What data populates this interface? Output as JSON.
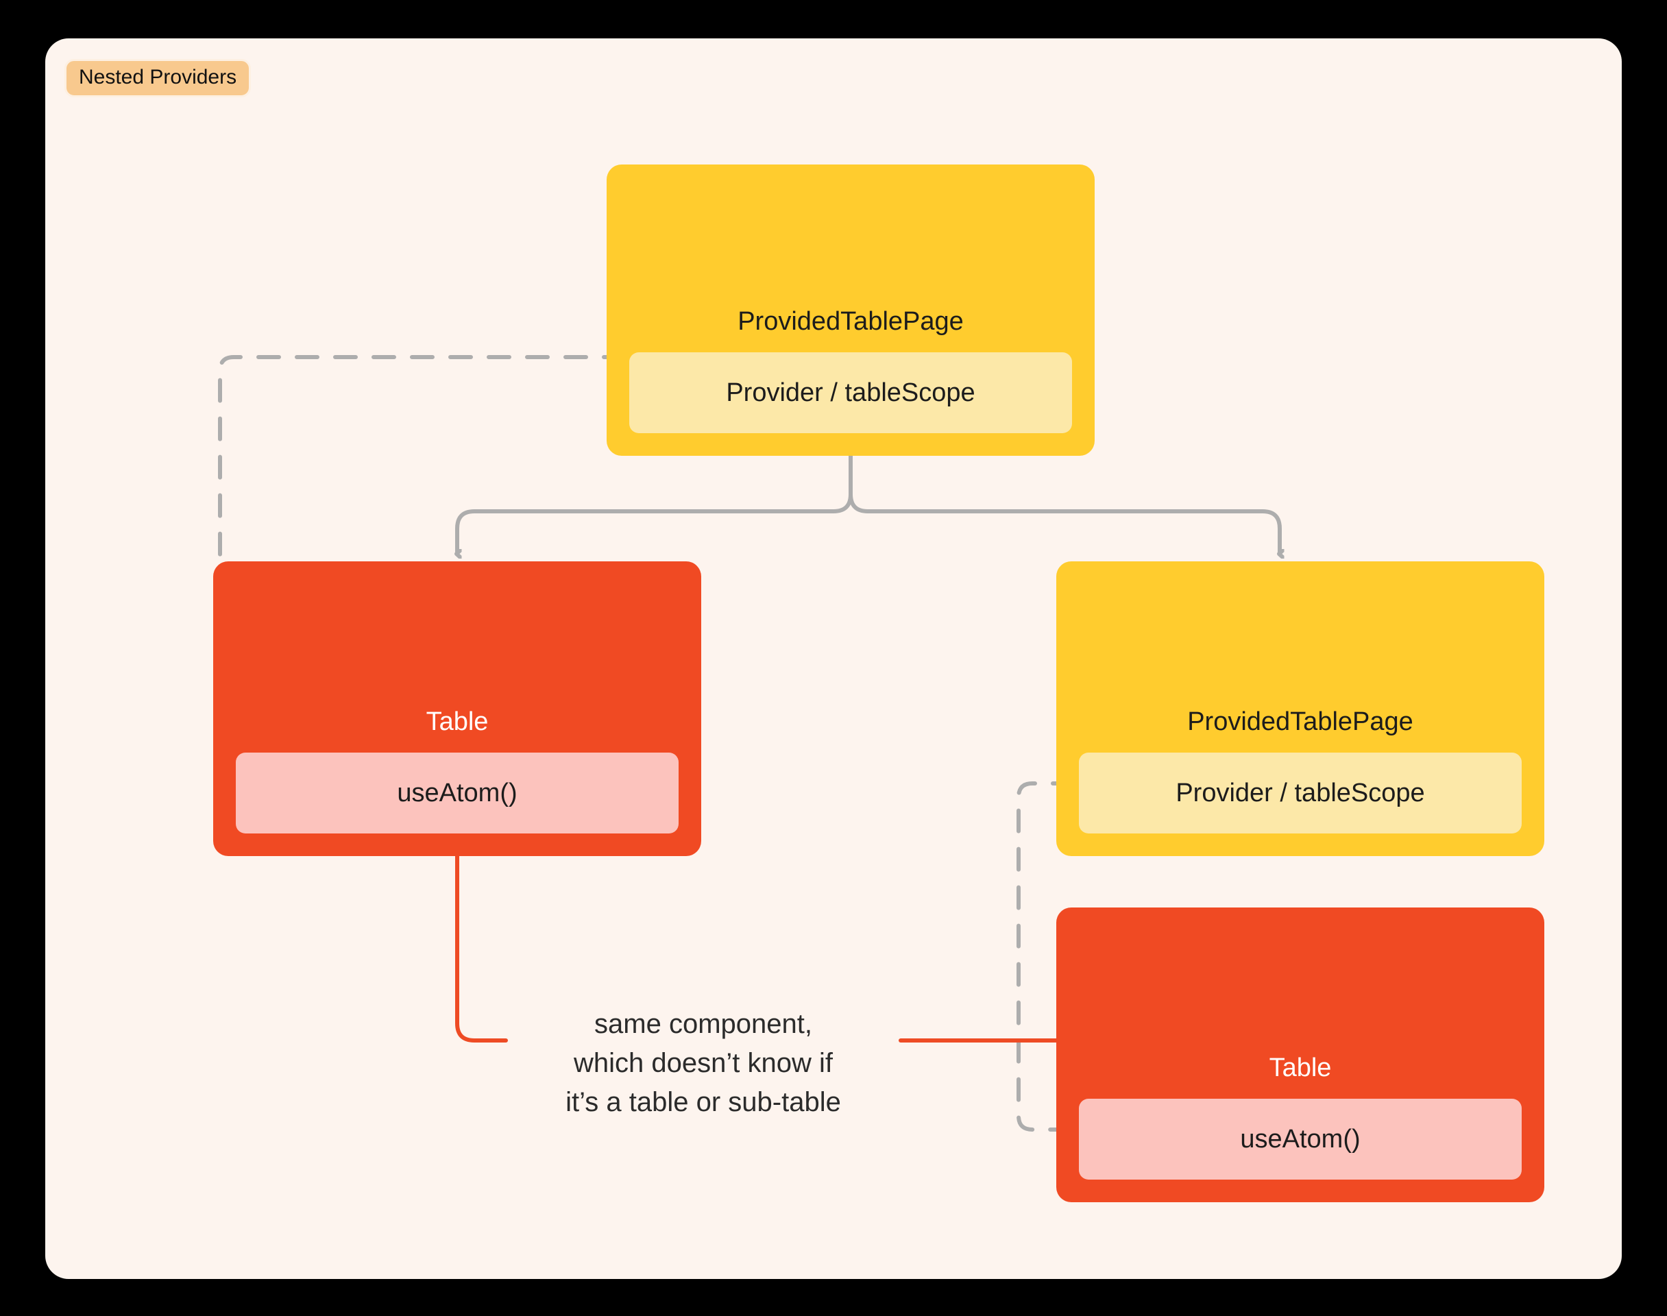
{
  "frame": {
    "label": "Nested Providers"
  },
  "colors": {
    "page_background": "#000000",
    "canvas_background": "#FDF4EE",
    "frame_label_background": "#F8C98E",
    "provider_node": "#FFCC2E",
    "provider_badge": "#FCE8A8",
    "table_node": "#F04A23",
    "table_badge": "#FCC3BD",
    "tree_connector": "#ADADAD",
    "scope_connector": "#ADADAD",
    "annotation_connector": "#EE4B24",
    "node_title_dark": "#1C1C1C",
    "node_title_light": "#FFFFFF"
  },
  "nodes": {
    "root": {
      "title": "ProvidedTablePage",
      "badge": "Provider / tableScope"
    },
    "table_left": {
      "title": "Table",
      "badge": "useAtom()"
    },
    "nested_page": {
      "title": "ProvidedTablePage",
      "badge": "Provider / tableScope"
    },
    "table_right": {
      "title": "Table",
      "badge": "useAtom()"
    }
  },
  "annotation": {
    "line1": "same component,",
    "line2": "which doesn’t know if",
    "line3": "it’s a table or sub-table"
  }
}
